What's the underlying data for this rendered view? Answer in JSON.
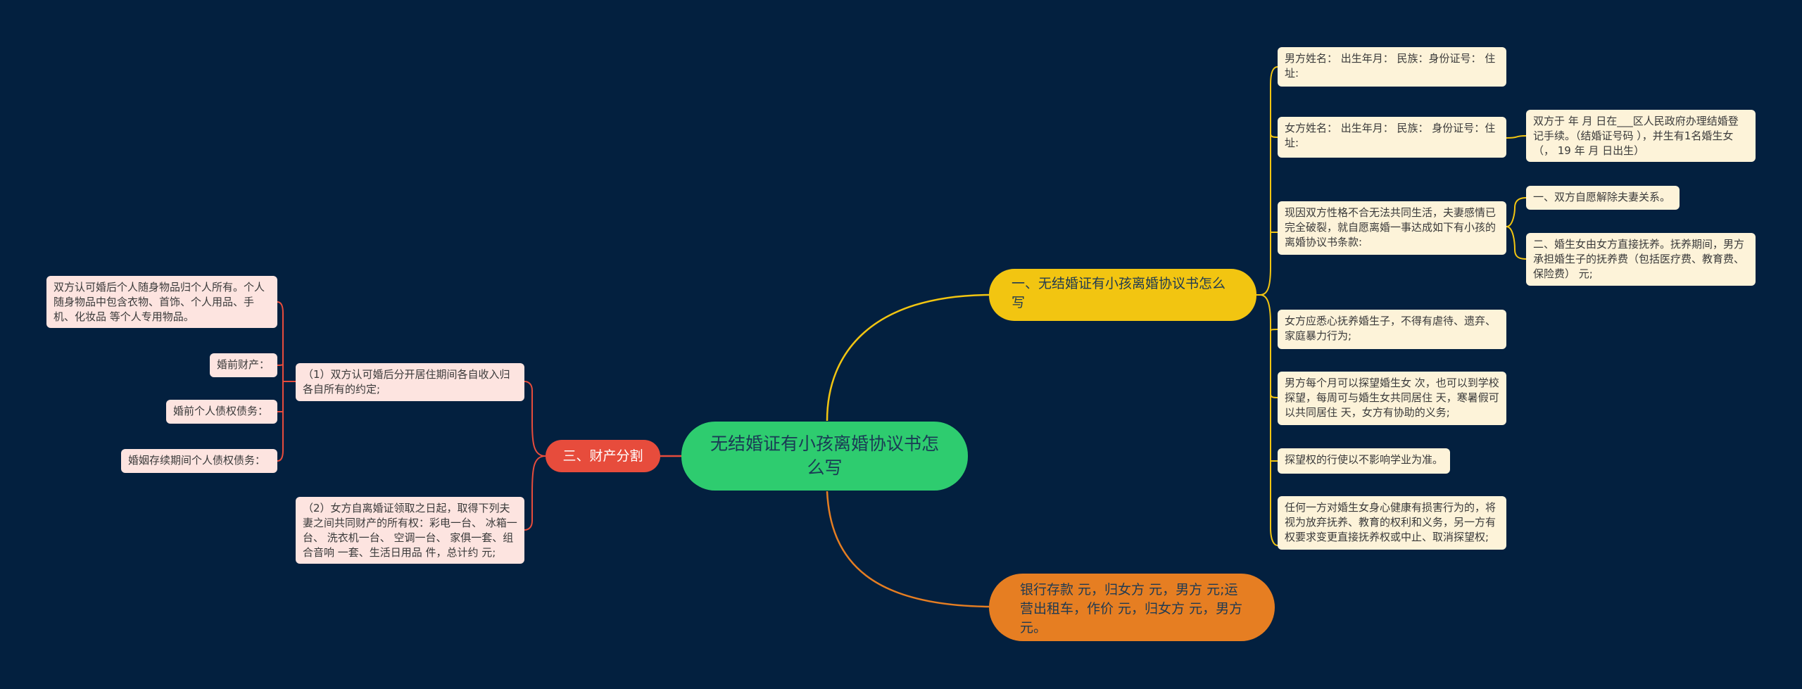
{
  "center": {
    "label": "无结婚证有小孩离婚协议书怎么写"
  },
  "branch1": {
    "label": "一、无结婚证有小孩离婚协议书怎么写",
    "items": [
      "男方姓名： 出生年月： 民族：身份证号： 住址:",
      "女方姓名： 出生年月： 民族： 身份证号：住址:",
      "现因双方性格不合无法共同生活，夫妻感情已完全破裂，就自愿离婚一事达成如下有小孩的离婚协议书条款:",
      "女方应悉心抚养婚生子，不得有虐待、遗弃、家庭暴力行为;",
      "男方每个月可以探望婚生女 次，也可以到学校探望，每周可与婚生女共同居住 天，寒暑假可以共同居住 天，女方有协助的义务;",
      "探望权的行使以不影响学业为准。",
      "任何一方对婚生女身心健康有损害行为的，将视为放弃抚养、教育的权利和义务，另一方有权要求变更直接抚养权或中止、取消探望权;"
    ],
    "sub_female": "双方于 年 月 日在___区人民政府办理结婚登记手续。（结婚证号码 ），并生有1名婚生女（， 19 年 月 日出生）",
    "sub_reason": [
      "一、双方自愿解除夫妻关系。",
      "二、婚生女由女方直接抚养。抚养期间，男方承担婚生子的抚养费（包括医疗费、教育费、保险费） 元;"
    ]
  },
  "branch2": {
    "label": "银行存款 元，归女方 元，男方 元;运营出租车，作价 元，归女方 元，男方 元。"
  },
  "branch3": {
    "label": "三、财产分割",
    "item1": "（1）双方认可婚后分开居住期间各自收入归各自所有的约定;",
    "item1_children": [
      "双方认可婚后个人随身物品归个人所有。个人随身物品中包含衣物、首饰、个人用品、手机、化妆品 等个人专用物品。",
      "婚前财产：",
      "婚前个人债权债务：",
      "婚姻存续期间个人债权债务："
    ],
    "item2": "（2）女方自离婚证领取之日起，取得下列夫妻之间共同财产的所有权：彩电一台、 冰箱一台、 洗衣机一台、 空调一台、 家俱一套、组合音响 一套、生活日用品 件，总计约 元;"
  },
  "colors": {
    "background": "#03203f",
    "center": "#2ecc6f",
    "branch_yellow": "#f2c511",
    "branch_orange": "#e67e22",
    "branch_red": "#e74c3c",
    "leaf_yellow": "#fdf3d9",
    "leaf_pink": "#fde4e0"
  }
}
